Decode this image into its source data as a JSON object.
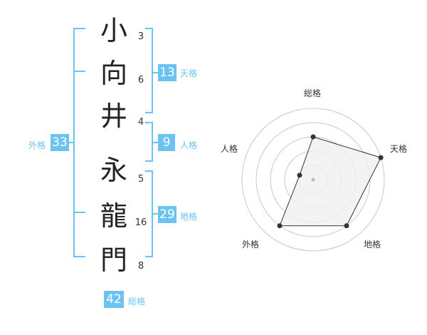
{
  "surname": [
    {
      "char": "小",
      "strokes": "3"
    },
    {
      "char": "向",
      "strokes": "6"
    },
    {
      "char": "井",
      "strokes": "4"
    }
  ],
  "given": [
    {
      "char": "永",
      "strokes": "5"
    },
    {
      "char": "龍",
      "strokes": "16"
    },
    {
      "char": "門",
      "strokes": "8"
    }
  ],
  "kaku": {
    "ten": {
      "value": "13",
      "label": "天格"
    },
    "jin": {
      "value": "9",
      "label": "人格"
    },
    "chi": {
      "value": "29",
      "label": "地格"
    },
    "gai": {
      "value": "33",
      "label": "外格"
    },
    "so": {
      "value": "42",
      "label": "総格"
    }
  },
  "radar": {
    "axes": [
      "総格",
      "天格",
      "地格",
      "外格",
      "人格"
    ],
    "levels": 5,
    "values": [
      3,
      5,
      4,
      4,
      1
    ],
    "max": 5,
    "colors": {
      "grid": "#c8c8c8",
      "fill": "#f0f0f0",
      "line": "#333333",
      "point": "#333333"
    }
  },
  "colors": {
    "accent": "#6cc3f1"
  }
}
